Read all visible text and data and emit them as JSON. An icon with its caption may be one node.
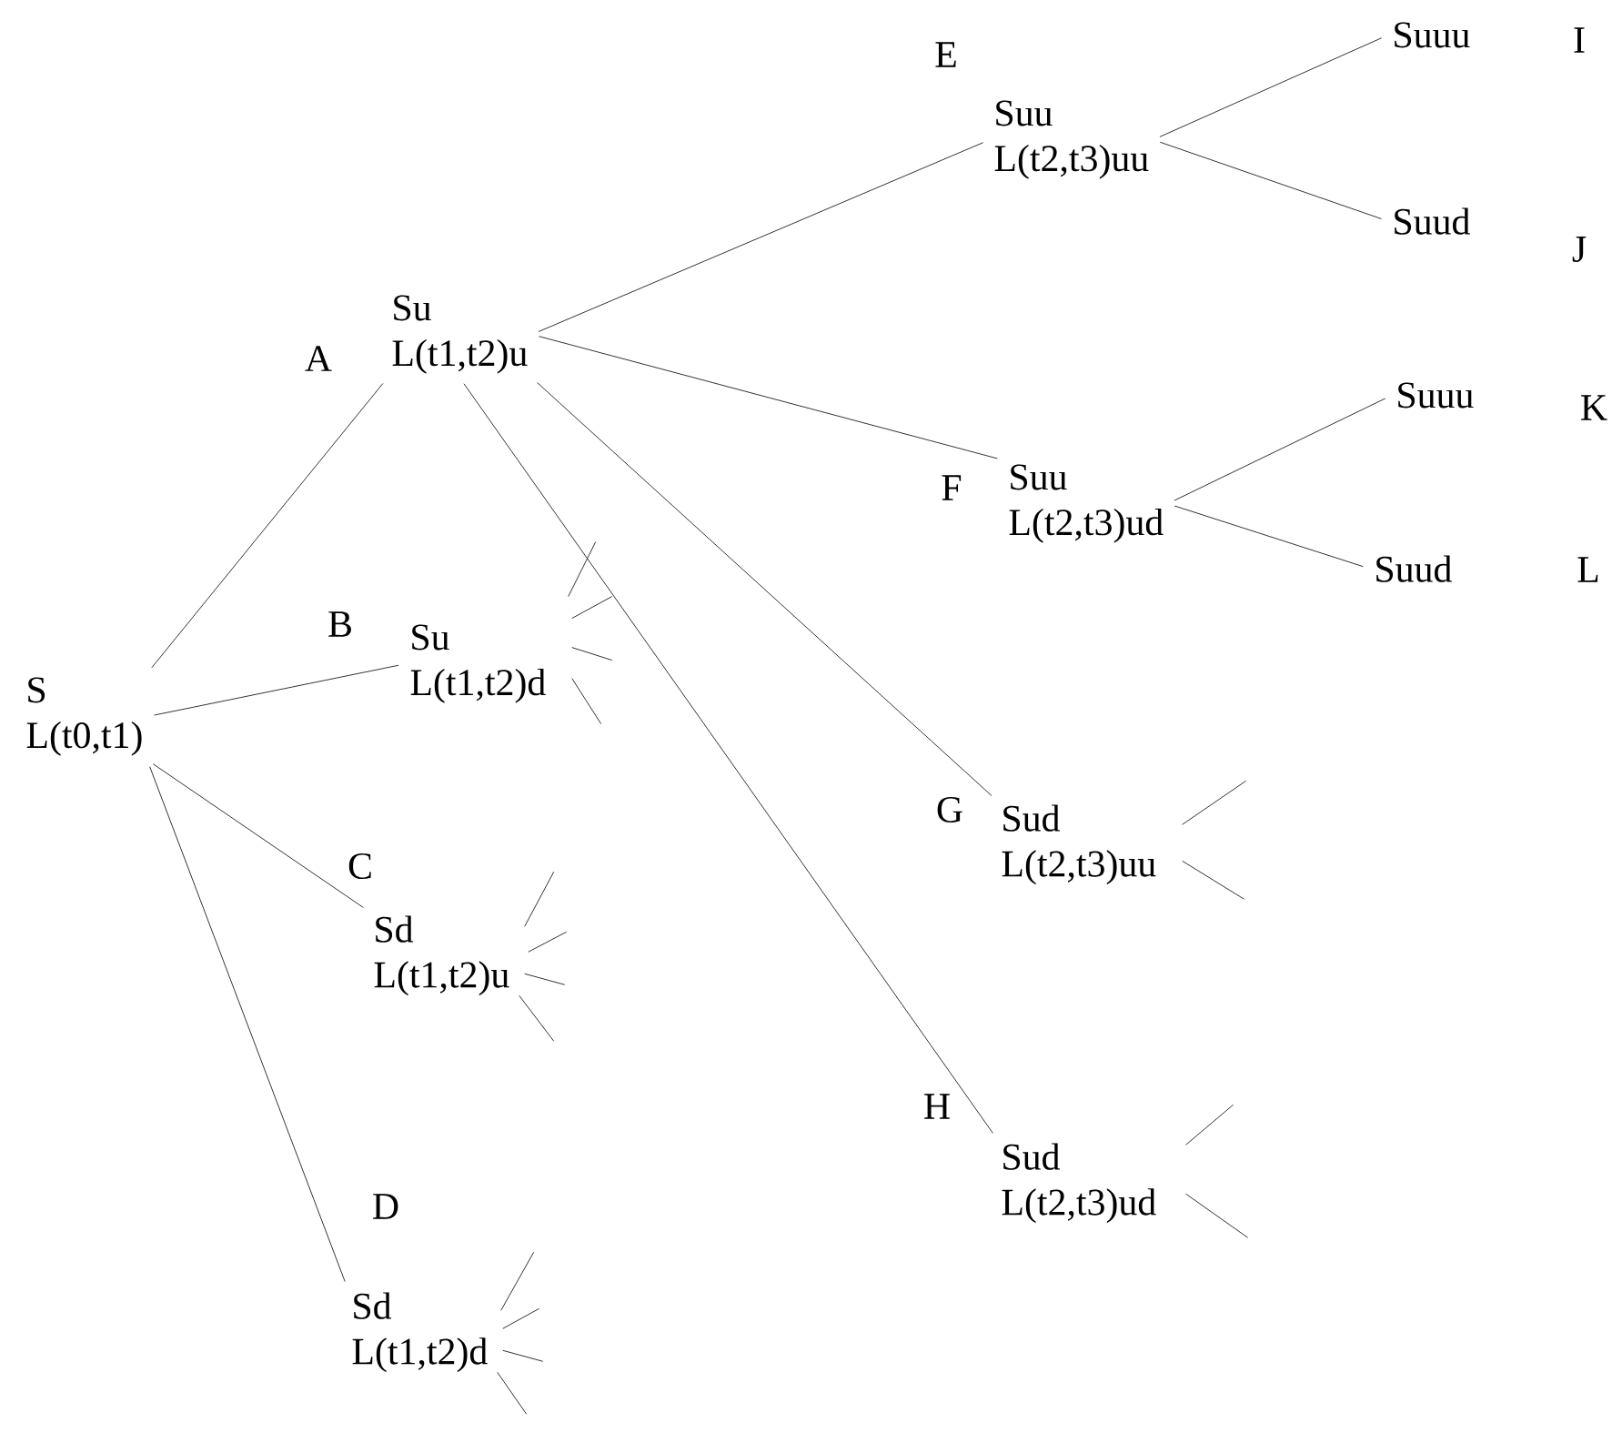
{
  "diagram": {
    "nodes": [
      {
        "text": [
          "S",
          "L(t0,t1)"
        ]
      },
      {
        "text": [
          "Su",
          "L(t1,t2)u"
        ],
        "beside": [
          "A"
        ]
      },
      {
        "text": [
          "Su",
          "L(t1,t2)d"
        ],
        "beside": [
          "B"
        ]
      },
      {
        "text": [
          "Sd",
          "L(t1,t2)u"
        ],
        "beside": [
          "C"
        ]
      },
      {
        "text": [
          "Sd",
          "L(t1,t2)d"
        ],
        "beside": [
          "D"
        ]
      },
      {
        "text": [
          "Suu",
          "L(t2,t3)uu"
        ],
        "beside": [
          "E"
        ]
      },
      {
        "text": [
          "Suu",
          "L(t2,t3)ud"
        ],
        "beside": [
          "F"
        ]
      },
      {
        "text": [
          "Sud",
          "L(t2,t3)uu"
        ],
        "beside": [
          "G"
        ]
      },
      {
        "text": [
          "Sud",
          "L(t2,t3)ud"
        ],
        "beside": [
          "H"
        ]
      },
      {
        "text": [
          "Suuu"
        ],
        "beside": [
          "I"
        ]
      },
      {
        "text": [
          "Suud"
        ],
        "beside": [
          "J"
        ]
      },
      {
        "text": [
          "Suuu"
        ],
        "beside": [
          "K"
        ]
      },
      {
        "text": [
          "Suud"
        ],
        "beside": [
          "L"
        ]
      }
    ],
    "edges": [
      {
        "from": 0,
        "to": 1,
        "arrow": "none"
      },
      {
        "from": 0,
        "to": 2,
        "arrow": "none"
      },
      {
        "from": 0,
        "to": 3,
        "arrow": "none"
      },
      {
        "from": 0,
        "to": 4,
        "arrow": "none"
      },
      {
        "from": 1,
        "to": 5,
        "arrow": "none"
      },
      {
        "from": 1,
        "to": 6,
        "arrow": "none"
      },
      {
        "from": 1,
        "to": 7,
        "arrow": "none"
      },
      {
        "from": 1,
        "to": 8,
        "arrow": "none"
      },
      {
        "from": 5,
        "to": 9,
        "arrow": "none"
      },
      {
        "from": 5,
        "to": 10,
        "arrow": "none"
      },
      {
        "from": 6,
        "to": 11,
        "arrow": "none"
      },
      {
        "from": 6,
        "to": 12,
        "arrow": "none"
      },
      {
        "from": 2,
        "to": null,
        "arrow": "none"
      },
      {
        "from": 2,
        "to": null,
        "arrow": "none"
      },
      {
        "from": 2,
        "to": null,
        "arrow": "none"
      },
      {
        "from": 2,
        "to": null,
        "arrow": "none"
      },
      {
        "from": 3,
        "to": null,
        "arrow": "none"
      },
      {
        "from": 3,
        "to": null,
        "arrow": "none"
      },
      {
        "from": 3,
        "to": null,
        "arrow": "none"
      },
      {
        "from": 3,
        "to": null,
        "arrow": "none"
      },
      {
        "from": 4,
        "to": null,
        "arrow": "none"
      },
      {
        "from": 4,
        "to": null,
        "arrow": "none"
      },
      {
        "from": 4,
        "to": null,
        "arrow": "none"
      },
      {
        "from": 4,
        "to": null,
        "arrow": "none"
      },
      {
        "from": 7,
        "to": null,
        "arrow": "none"
      },
      {
        "from": 7,
        "to": null,
        "arrow": "none"
      },
      {
        "from": 8,
        "to": null,
        "arrow": "none"
      },
      {
        "from": 8,
        "to": null,
        "arrow": "none"
      }
    ]
  }
}
